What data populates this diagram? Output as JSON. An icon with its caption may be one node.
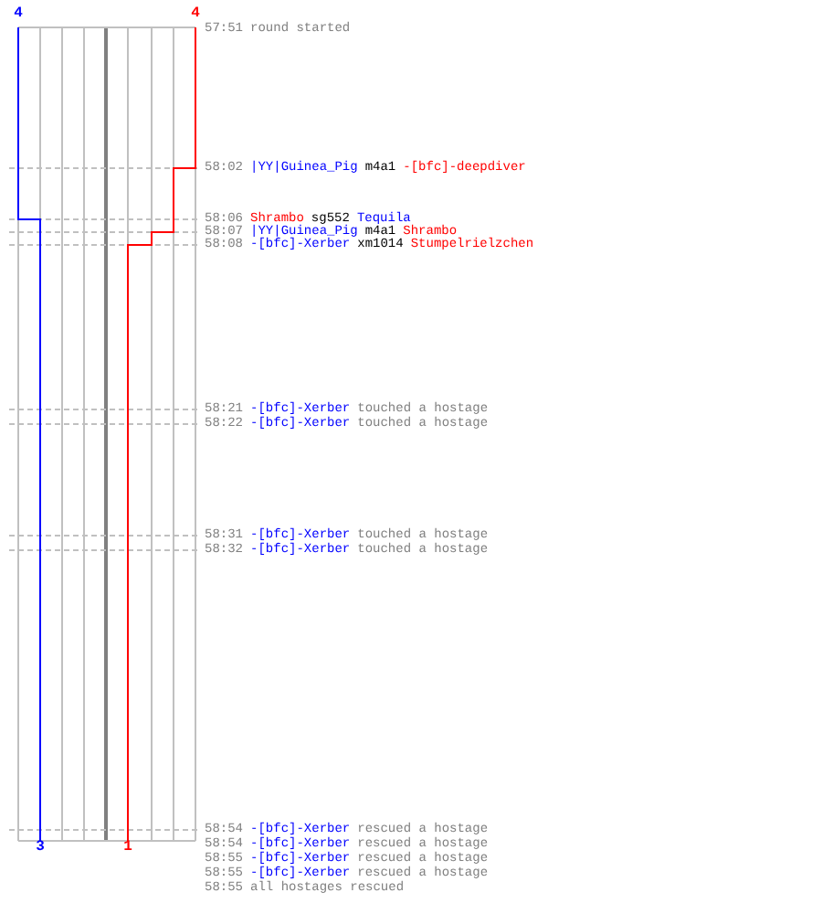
{
  "diagram": {
    "labels": [
      "4",
      "4",
      "57:51",
      "round started",
      "58:02",
      "|YY|Guinea_Pig",
      "m4a1",
      "-[bfc]-deepdiver",
      "58:06",
      "Shrambo",
      "sg552",
      "Tequila",
      "58:07",
      "|YY|Guinea_Pig",
      "m4a1",
      "Shrambo",
      "58:08",
      "-[bfc]-Xerber",
      "xm1014",
      "Stumpelrielzchen",
      "58:21",
      "-[bfc]-Xerber",
      "touched a hostage",
      "58:22",
      "-[bfc]-Xerber",
      "touched a hostage",
      "58:31",
      "-[bfc]-Xerber",
      "touched a hostage",
      "58:32",
      "-[bfc]-Xerber",
      "touched a hostage",
      "58:54",
      "-[bfc]-Xerber",
      "rescued a hostage",
      "3",
      "1",
      "58:54",
      "-[bfc]-Xerber",
      "rescued a hostage",
      "58:55",
      "-[bfc]-Xerber",
      "rescued a hostage",
      "58:55",
      "-[bfc]-Xerber",
      "rescued a hostage",
      "58:55",
      "all hostages rescued"
    ]
  }
}
